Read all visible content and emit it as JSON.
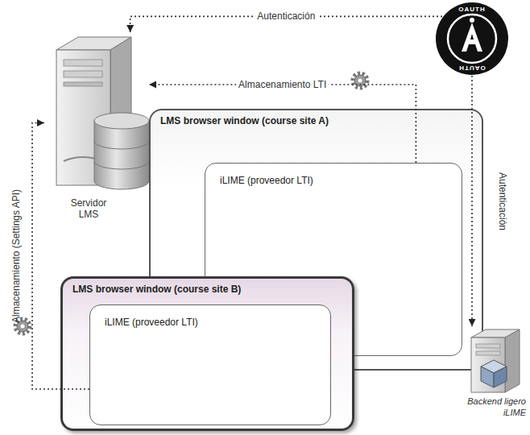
{
  "diagram": {
    "nodes": [
      {
        "text": [
          "Servidor LMS"
        ]
      },
      {
        "text": [
          "OAUTH",
          "OAUTH"
        ]
      },
      {
        "text": [
          "LMS browser window (course site A)"
        ]
      },
      {
        "text": [
          "iLIME (proveedor LTI)"
        ],
        "in": 2
      },
      {
        "text": [
          "LMS browser window (course site B)"
        ]
      },
      {
        "text": [
          "iLIME (proveedor LTI)"
        ],
        "in": 4
      },
      {
        "text": [
          "Backend ligero iLIME"
        ]
      }
    ],
    "edges": [
      {
        "from": 1,
        "to": 0,
        "arrow": "to",
        "label": "Autenticación"
      },
      {
        "from": 3,
        "to": 0,
        "arrow": "to",
        "label": "Almacenamiento LTI"
      },
      {
        "from": 1,
        "to": 6,
        "arrow": "to",
        "label": "Autenticación"
      },
      {
        "from": 5,
        "to": 0,
        "arrow": "to",
        "label": "Almacenamiento (Settings API)"
      }
    ]
  }
}
